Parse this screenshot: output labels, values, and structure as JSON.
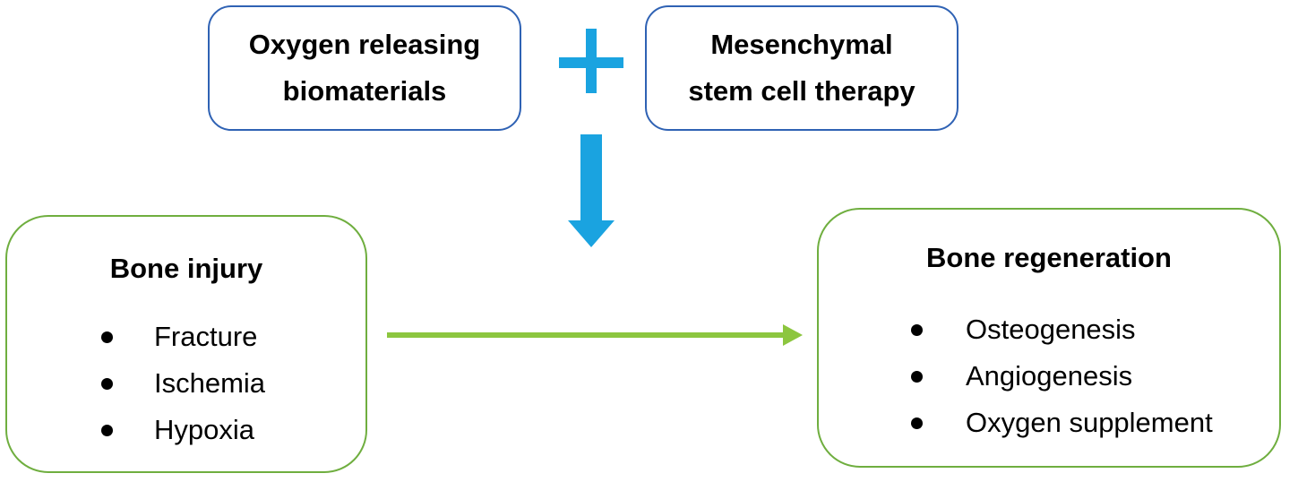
{
  "inputs": {
    "oxygen": {
      "line1": "Oxygen releasing",
      "line2": "biomaterials"
    },
    "msc": {
      "line1": "Mesenchymal",
      "line2": "stem cell therapy"
    }
  },
  "injury": {
    "title": "Bone injury",
    "items": [
      "Fracture",
      "Ischemia",
      "Hypoxia"
    ]
  },
  "regeneration": {
    "title": "Bone regeneration",
    "items": [
      "Osteogenesis",
      "Angiogenesis",
      "Oxygen supplement"
    ]
  },
  "colors": {
    "top_border": "#2f62b4",
    "panel_border": "#6fae3f",
    "plus": "#1aa3e0",
    "down_arrow": "#1aa3e0",
    "flow_arrow": "#8cc63f"
  }
}
